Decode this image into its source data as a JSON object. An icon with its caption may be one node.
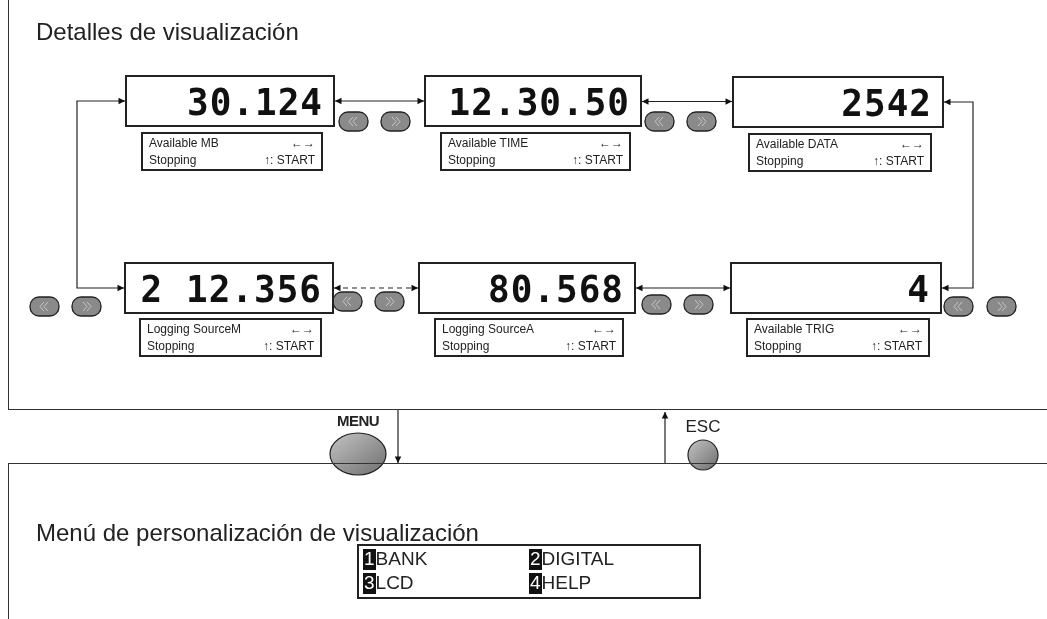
{
  "diagram": {
    "nodes": [
      {
        "text": [
          "Detalles de visualización"
        ]
      },
      {
        "text": [
          "30.124"
        ],
        "in": 0
      },
      {
        "text": [
          "Available MB",
          "←→",
          "Stopping",
          "↑: START"
        ],
        "in": 0
      },
      {
        "text": [
          "12.30.50"
        ],
        "in": 0
      },
      {
        "text": [
          "Available TIME",
          "←→",
          "Stopping",
          "↑: START"
        ],
        "in": 0
      },
      {
        "text": [
          "2542"
        ],
        "in": 0
      },
      {
        "text": [
          "Available DATA",
          "←→",
          "Stopping",
          "↑: START"
        ],
        "in": 0
      },
      {
        "text": [
          "2 12.356"
        ],
        "in": 0
      },
      {
        "text": [
          "Logging SourceM",
          "←→",
          "Stopping",
          "↑: START"
        ],
        "in": 0
      },
      {
        "text": [
          "80.568"
        ],
        "in": 0
      },
      {
        "text": [
          "Logging SourceA",
          "←→",
          "Stopping",
          "↑: START"
        ],
        "in": 0
      },
      {
        "text": [
          "4"
        ],
        "in": 0
      },
      {
        "text": [
          "Available TRIG",
          "←→",
          "Stopping",
          "↑: START"
        ],
        "in": 0
      },
      {
        "text": [
          "MENU"
        ]
      },
      {
        "text": [
          "ESC"
        ]
      },
      {
        "text": [
          "Menú de personalización de visualización"
        ]
      },
      {
        "text": [
          "1",
          "BANK",
          "2",
          "DIGITAL",
          "3",
          "LCD",
          "4",
          "HELP"
        ],
        "in": 15
      }
    ],
    "edges": [
      {
        "from": 1,
        "to": 3,
        "arrow": "both"
      },
      {
        "from": 3,
        "to": 5,
        "arrow": "both"
      },
      {
        "from": 7,
        "to": 9,
        "arrow": "both",
        "style": "dashed"
      },
      {
        "from": 9,
        "to": 11,
        "arrow": "both"
      },
      {
        "from": 7,
        "to": 1,
        "arrow": "both"
      },
      {
        "from": 5,
        "to": 11,
        "arrow": "both"
      },
      {
        "from": 0,
        "to": 15,
        "arrow": "to"
      },
      {
        "from": 15,
        "to": 0,
        "arrow": "to"
      }
    ]
  }
}
